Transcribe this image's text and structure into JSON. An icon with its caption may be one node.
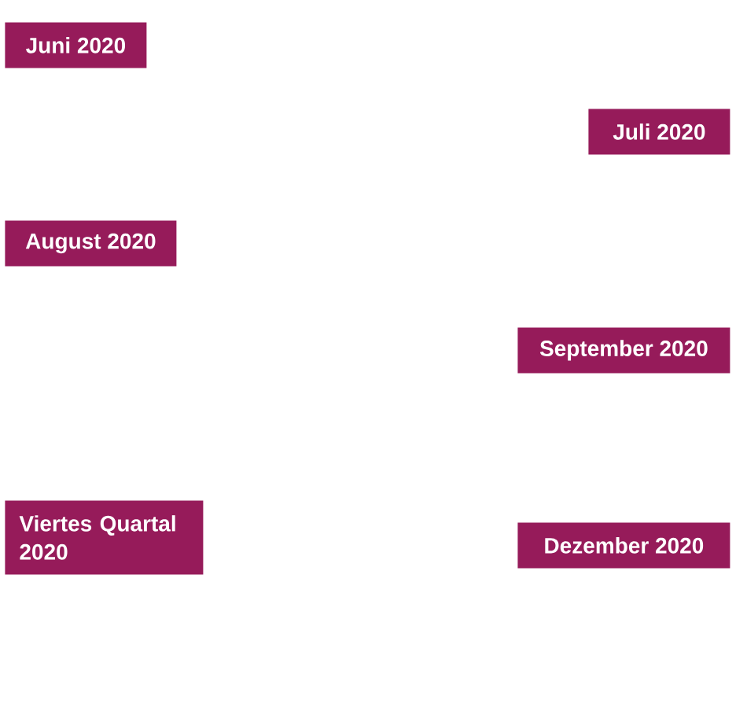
{
  "diagram": {
    "nodes": [
      {
        "text": [
          "Juni 2020"
        ]
      },
      {
        "text": [
          "Juli 2020"
        ]
      },
      {
        "text": [
          "August 2020"
        ]
      },
      {
        "text": [
          "September 2020"
        ]
      },
      {
        "text": [
          "Viertes Quartal 2020"
        ]
      },
      {
        "text": [
          "Dezember 2020"
        ]
      }
    ]
  }
}
